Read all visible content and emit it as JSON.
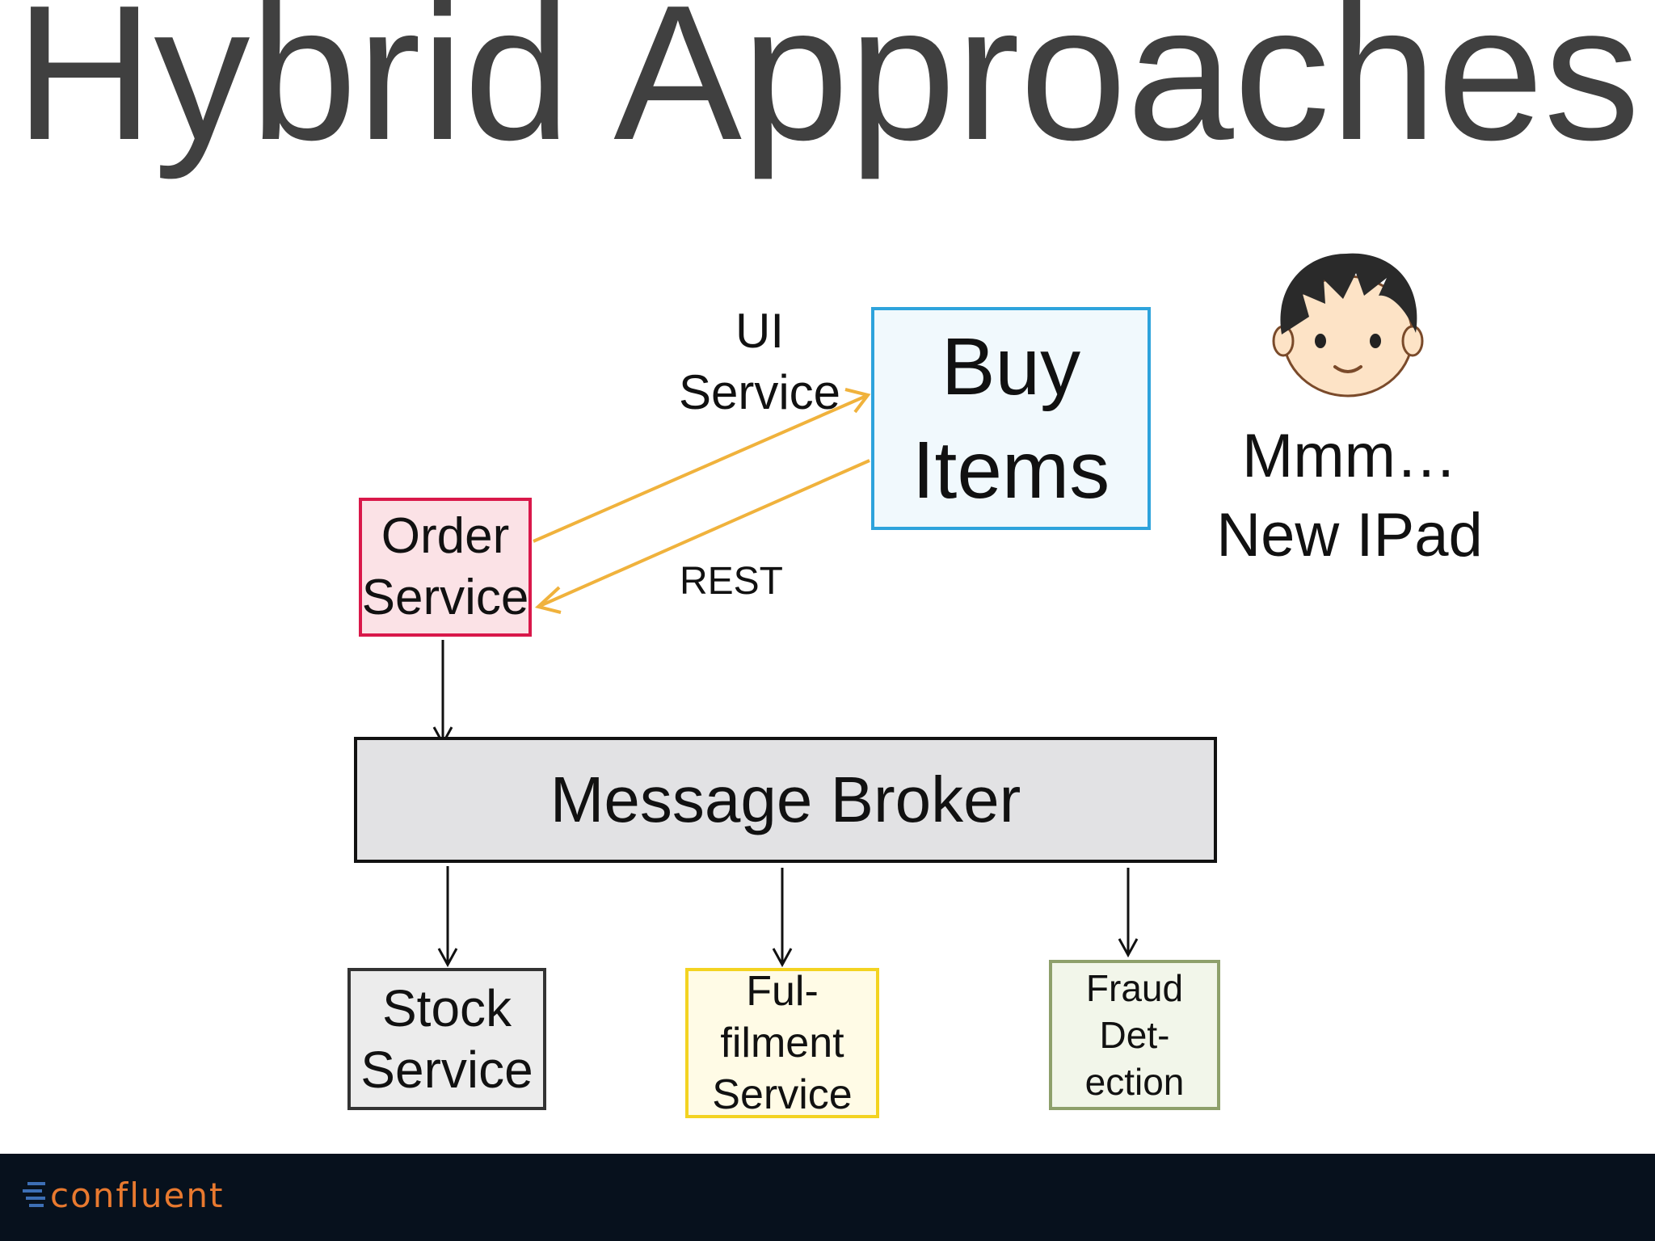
{
  "slide": {
    "title": "Hybrid Approaches"
  },
  "diagram": {
    "ui_service_label": "UI Service",
    "buy_items_label": "Buy Items",
    "user_thought": "Mmm… New IPad",
    "order_service_label": "Order Service",
    "rest_label": "REST",
    "message_broker_label": "Message Broker",
    "stock_service_label": "Stock Service",
    "fulfilment_service_label": "Ful- filment Service",
    "fraud_detection_label": "Fraud Det- ection"
  },
  "footer": {
    "brand": "confluent"
  },
  "colors": {
    "footer_bg": "#07111d",
    "brand_orange": "#e8792f",
    "arrow_orange": "#f0b23c",
    "buy_box_fill": "#e6f4fb",
    "buy_box_border": "#2ea3dc",
    "order_box_fill": "#fbe2e6",
    "order_box_border": "#d9184a",
    "broker_fill": "#e2e2e4",
    "stock_fill": "#ececec",
    "fulfil_fill": "#fffbe6",
    "fulfil_border": "#f3d321",
    "fraud_fill": "#f2f6ea",
    "fraud_border": "#8ea06b"
  }
}
